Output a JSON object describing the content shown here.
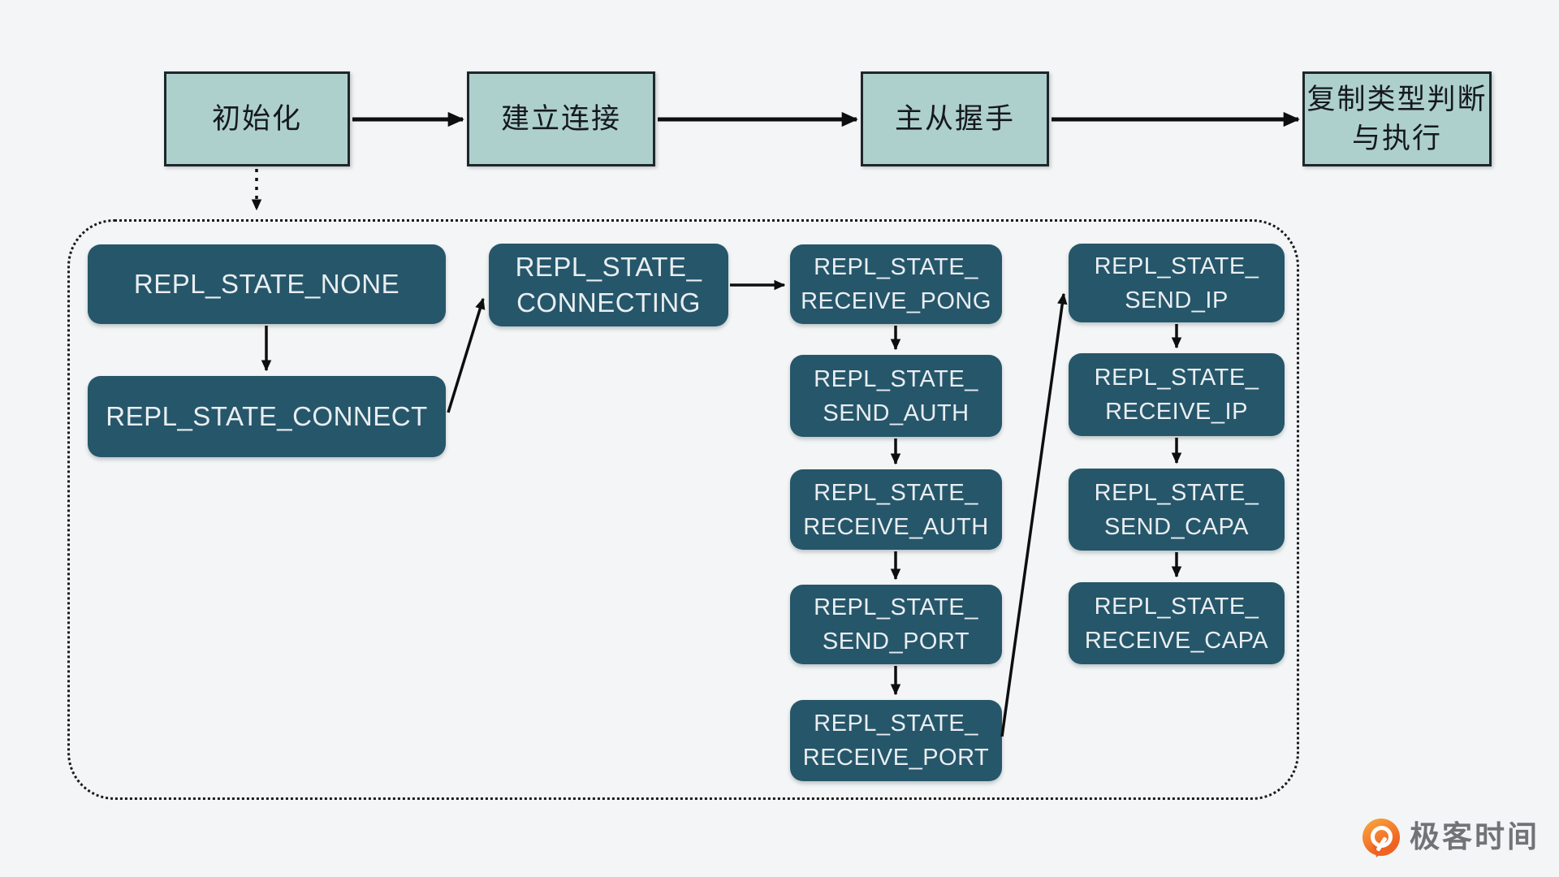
{
  "colors": {
    "bg": "#f3f5f6",
    "box-light": "#aed0cd",
    "box-light-border": "#1d262b",
    "box-light-text": "#15191d",
    "box-dark": "#26566a",
    "box-dark-text": "#e9eef1",
    "line": "#0e0e0e",
    "logo-orange": "#ee6222",
    "logo-orange-light": "#f9a03c",
    "logo-text": "#717477"
  },
  "top_flow": {
    "boxes": [
      {
        "label": "初始化"
      },
      {
        "label": "建立连接"
      },
      {
        "label": "主从握手"
      },
      {
        "line1": "复制类型判断",
        "line2": "与执行"
      }
    ]
  },
  "state_machine": {
    "boxes": [
      {
        "line1": "REPL_STATE_NONE"
      },
      {
        "line1": "REPL_STATE_CONNECT"
      },
      {
        "line1": "REPL_STATE_",
        "line2": "CONNECTING"
      },
      {
        "line1": "REPL_STATE_",
        "line2": "RECEIVE_PONG"
      },
      {
        "line1": "REPL_STATE_",
        "line2": "SEND_AUTH"
      },
      {
        "line1": "REPL_STATE_",
        "line2": "RECEIVE_AUTH"
      },
      {
        "line1": "REPL_STATE_",
        "line2": "SEND_PORT"
      },
      {
        "line1": "REPL_STATE_",
        "line2": "RECEIVE_PORT"
      },
      {
        "line1": "REPL_STATE_",
        "line2": "SEND_IP"
      },
      {
        "line1": "REPL_STATE_",
        "line2": "RECEIVE_IP"
      },
      {
        "line1": "REPL_STATE_",
        "line2": "SEND_CAPA"
      },
      {
        "line1": "REPL_STATE_",
        "line2": "RECEIVE_CAPA"
      }
    ]
  },
  "logo": {
    "text": "极客时间"
  }
}
